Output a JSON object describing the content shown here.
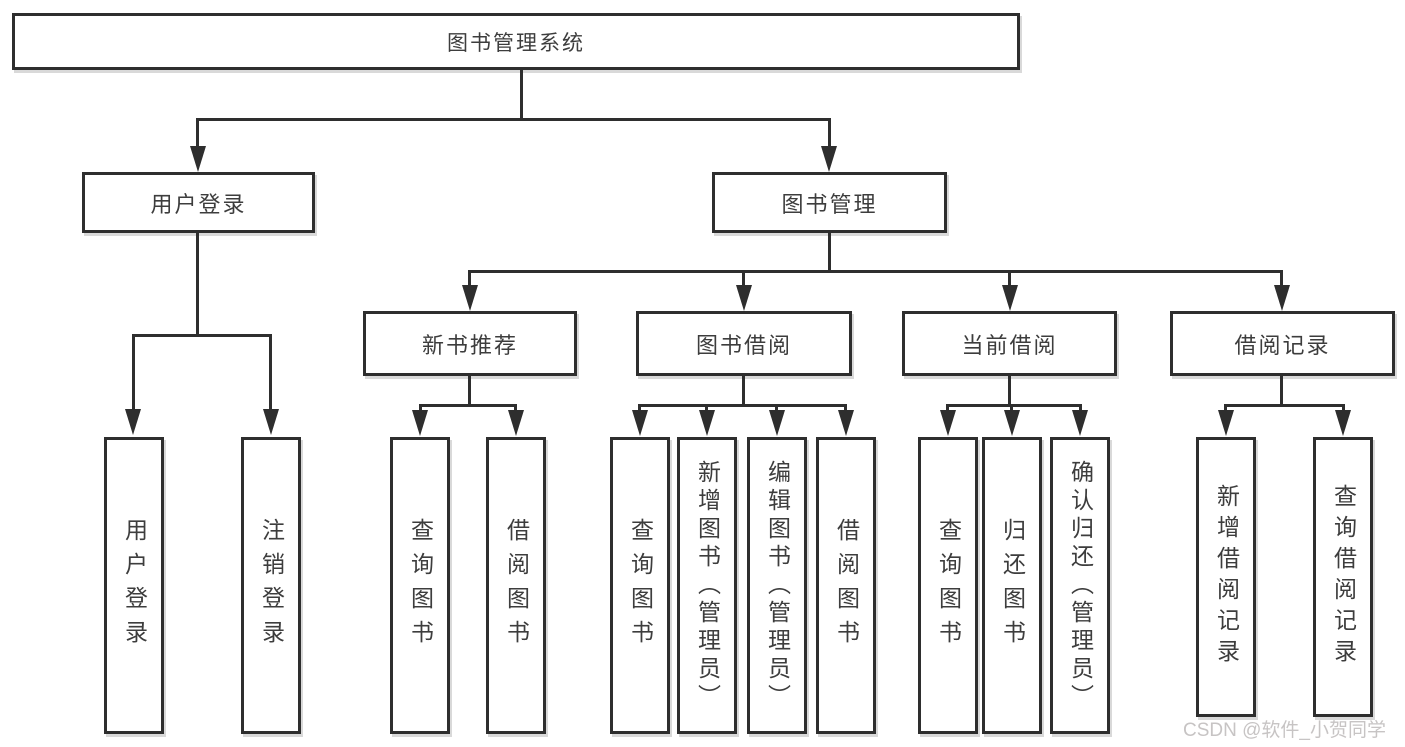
{
  "diagram": {
    "tree": {
      "root": {
        "label": "图书管理系统",
        "children": [
          {
            "label": "用户登录",
            "children": [
              {
                "label": "用户登录"
              },
              {
                "label": "注销登录"
              }
            ]
          },
          {
            "label": "图书管理",
            "children": [
              {
                "label": "新书推荐",
                "children": [
                  {
                    "label": "查询图书"
                  },
                  {
                    "label": "借阅图书"
                  }
                ]
              },
              {
                "label": "图书借阅",
                "children": [
                  {
                    "label": "查询图书"
                  },
                  {
                    "label": "新增图书（管理员）"
                  },
                  {
                    "label": "编辑图书（管理员）"
                  },
                  {
                    "label": "借阅图书"
                  }
                ]
              },
              {
                "label": "当前借阅",
                "children": [
                  {
                    "label": "查询图书"
                  },
                  {
                    "label": "归还图书"
                  },
                  {
                    "label": "确认归还（管理员）"
                  }
                ]
              },
              {
                "label": "借阅记录",
                "children": [
                  {
                    "label": "新增借阅记录"
                  },
                  {
                    "label": "查询借阅记录"
                  }
                ]
              }
            ]
          }
        ]
      }
    },
    "watermark": {
      "label": "CSDN @软件_小贺同学"
    },
    "colors": {
      "line": "#2e2e2e",
      "text": "#3d3d3d",
      "background": "#ffffff",
      "watermark": "#c7c4c4"
    }
  }
}
